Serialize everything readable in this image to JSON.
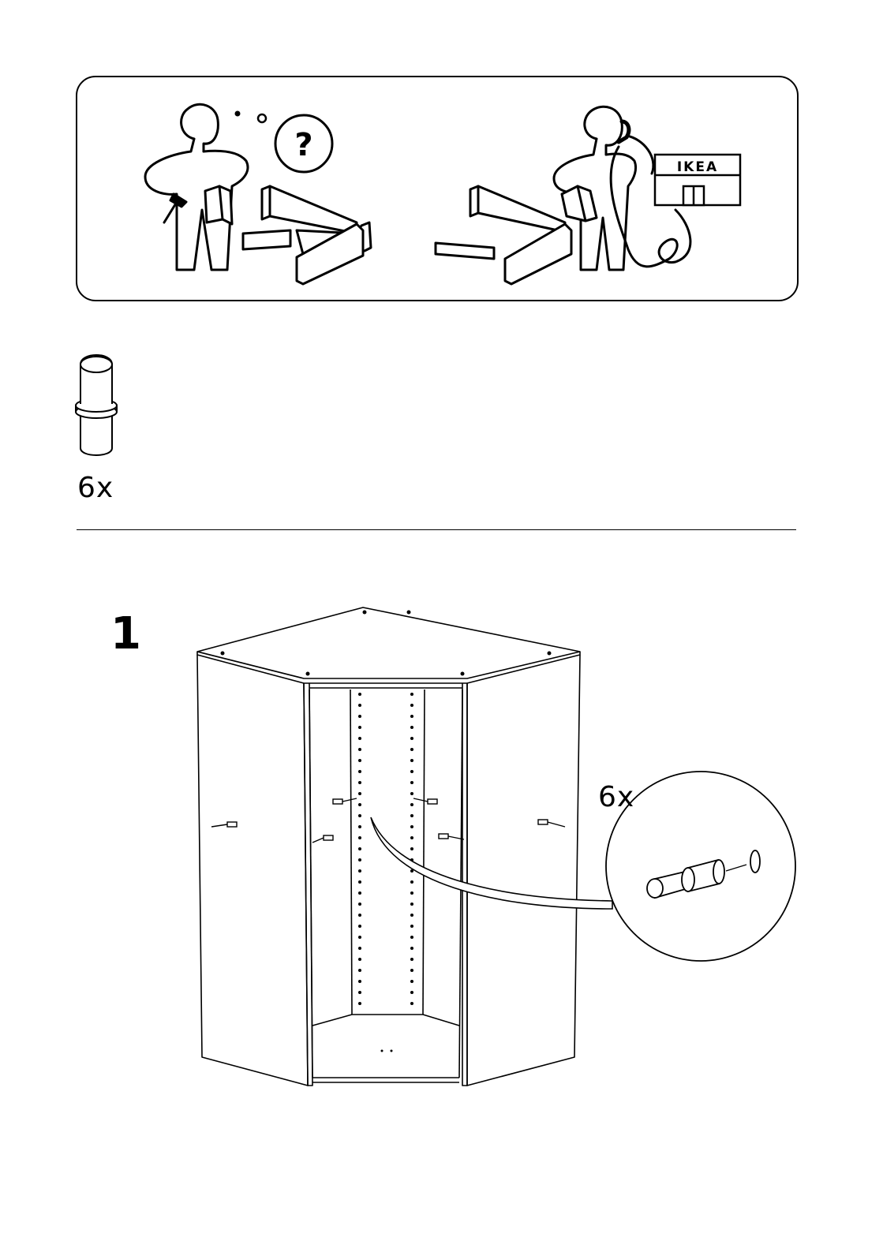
{
  "help_panel": {
    "store_sign": "IKEA"
  },
  "parts": {
    "dowel_qty": "6x"
  },
  "step": {
    "number": "1",
    "detail_qty": "6x"
  }
}
